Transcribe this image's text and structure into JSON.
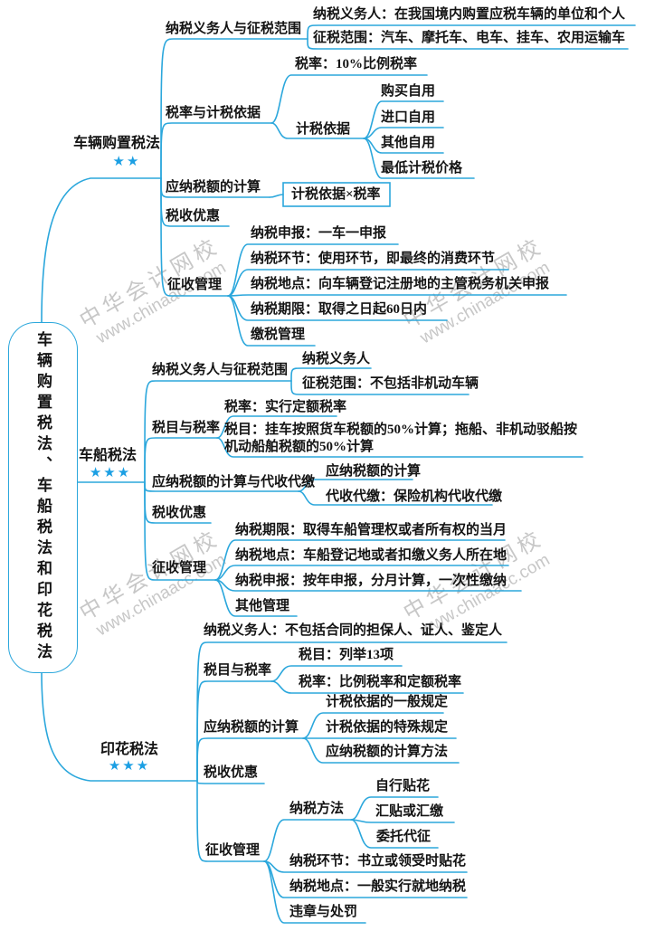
{
  "colors": {
    "line": "#2ba7dc",
    "star": "#1b9fe3",
    "text": "#141414",
    "watermark": "#c7c7c7"
  },
  "watermark": {
    "line1": "中华会计网校",
    "line2": "www.chinaacc.com"
  },
  "root": {
    "label": "车辆购置税法、车船税法和印花税法"
  },
  "b1": {
    "label": "车辆购置税法",
    "stars": "★★",
    "n1": "纳税义务人与征税范围",
    "n1_1": "纳税义务人：在我国境内购置应税车辆的单位和个人",
    "n1_2": "征税范围：汽车、摩托车、电车、挂车、农用运输车",
    "n2": "税率与计税依据",
    "n2_1": "税率：10%比例税率",
    "n2_2": "计税依据",
    "n2_2_1": "购买自用",
    "n2_2_2": "进口自用",
    "n2_2_3": "其他自用",
    "n2_2_4": "最低计税价格",
    "n3": "应纳税额的计算",
    "n3_1": "计税依据×税率",
    "n4": "税收优惠",
    "n5": "征收管理",
    "n5_1": "纳税申报：一车一申报",
    "n5_2": "纳税环节：使用环节，即最终的消费环节",
    "n5_3": "纳税地点：向车辆登记注册地的主管税务机关申报",
    "n5_4": "纳税期限：取得之日起60日内",
    "n5_5": "缴税管理"
  },
  "b2": {
    "label": "车船税法",
    "stars": "★★★",
    "n1": "纳税义务人与征税范围",
    "n1_1": "纳税义务人",
    "n1_2": "征税范围：不包括非机动车辆",
    "n2": "税目与税率",
    "n2_1": "税率：实行定额税率",
    "n2_2": "税目：挂车按照货车税额的50%计算；拖船、非机动驳船按机动船舶税额的50%计算",
    "n3": "应纳税额的计算与代收代缴",
    "n3_1": "应纳税额的计算",
    "n3_2": "代收代缴：保险机构代收代缴",
    "n4": "税收优惠",
    "n5": "征收管理",
    "n5_1": "纳税期限：取得车船管理权或者所有权的当月",
    "n5_2": "纳税地点：车船登记地或者扣缴义务人所在地",
    "n5_3": "纳税申报：按年申报，分月计算，一次性缴纳",
    "n5_4": "其他管理"
  },
  "b3": {
    "label": "印花税法",
    "stars": "★★★",
    "n1": "纳税义务人：不包括合同的担保人、证人、鉴定人",
    "n2": "税目与税率",
    "n2_1": "税目：列举13项",
    "n2_2": "税率：比例税率和定额税率",
    "n3": "应纳税额的计算",
    "n3_1": "计税依据的一般规定",
    "n3_2": "计税依据的特殊规定",
    "n3_3": "应纳税额的计算方法",
    "n4": "税收优惠",
    "n5": "征收管理",
    "n5_1": "纳税方法",
    "n5_1_1": "自行贴花",
    "n5_1_2": "汇贴或汇缴",
    "n5_1_3": "委托代征",
    "n5_2": "纳税环节：书立或领受时贴花",
    "n5_3": "纳税地点：一般实行就地纳税",
    "n5_4": "违章与处罚"
  }
}
